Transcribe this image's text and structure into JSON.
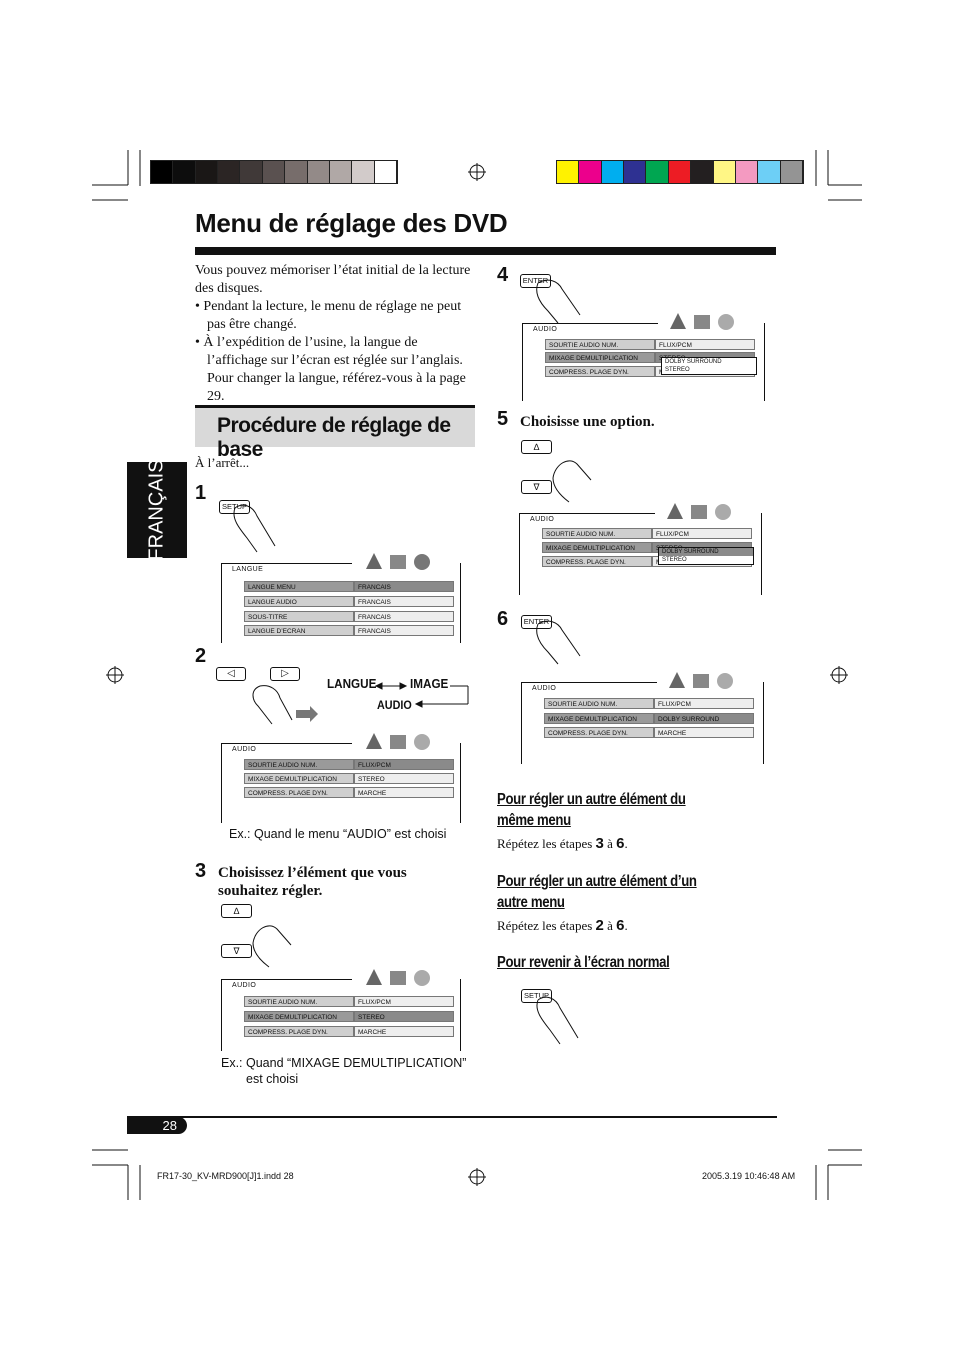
{
  "page": {
    "title": "Menu de réglage des DVD",
    "language_tab": "FRANÇAIS",
    "page_number": "28"
  },
  "intro": {
    "line1": "Vous pouvez mémoriser l’état initial de la lecture des disques.",
    "bullet1": "•  Pendant la lecture, le menu de réglage ne peut pas être changé.",
    "bullet2": "•  À l’expédition de l’usine, la langue de l’affichage sur l’écran est réglée sur l’anglais. Pour changer la langue, référez-vous à la page 29."
  },
  "procedure": {
    "heading": "Procédure de réglage de base",
    "at_stop": "À l’arrêt..."
  },
  "steps": {
    "s1": "1",
    "s2": "2",
    "s3": "3",
    "s3_text": "Choisissez l’élément que vous souhaitez régler.",
    "s4": "4",
    "s5": "5",
    "s5_text": "Choisisse une option.",
    "s6": "6"
  },
  "buttons": {
    "setup": "SETUP",
    "enter": "ENTER",
    "left": "◁",
    "right": "▷",
    "up": "∆",
    "down": "∇"
  },
  "nav": {
    "langue": "LANGUE",
    "image": "IMAGE",
    "audio": "AUDIO"
  },
  "langue_menu": {
    "header": "LANGUE",
    "rows": [
      {
        "label": "LANGUE MENU",
        "value": "FRANCAIS"
      },
      {
        "label": "LANGUE AUDIO",
        "value": "FRANCAIS"
      },
      {
        "label": "SOUS-TITRE",
        "value": "FRANCAIS"
      },
      {
        "label": "LANGUE D’ECRAN",
        "value": "FRANCAIS"
      }
    ]
  },
  "audio_menu": {
    "header": "AUDIO",
    "row1_label": "SOURTIE AUDIO NUM.",
    "row1_value": "FLUX/PCM",
    "row2_label": "MIXAGE DEMULTIPLICATION",
    "row2_value": "STEREO",
    "row2_value_after": "DOLBY SURROUND",
    "row3_label": "COMPRESS. PLAGE DYN.",
    "row3_value": "MARCHE",
    "dd_opt1": "DOLBY SURROUND",
    "dd_opt2": "STEREO"
  },
  "captions": {
    "c2": "Ex.: Quand le menu “AUDIO” est choisi",
    "c3a": "Ex.: Quand “MIXAGE DEMULTIPLICATION”",
    "c3b": "est choisi"
  },
  "right": {
    "h1": "Pour régler un autre élément du même menu",
    "t1_pre": "Répétez les étapes",
    "t1_a": "3",
    "t1_mid": "à",
    "t1_b": "6",
    "h2": "Pour régler un autre élément d’un autre menu",
    "t2_pre": "Répétez les étapes",
    "t2_a": "2",
    "t2_mid": "à",
    "t2_b": "6",
    "h3": "Pour revenir à l’écran normal"
  },
  "footer": {
    "left": "FR17-30_KV-MRD900[J]1.indd   28",
    "right": "2005.3.19   10:46:48 AM"
  },
  "colors": {
    "gray_swatches": [
      "#000000",
      "#0d0d0d",
      "#1a1716",
      "#2b2524",
      "#403938",
      "#5a5150",
      "#776d6b",
      "#938a88",
      "#b0a8a6",
      "#d2cbca",
      "#ffffff"
    ],
    "color_swatches": [
      "#fff200",
      "#ec008c",
      "#00aeef",
      "#2e3192",
      "#00a651",
      "#ed1c24",
      "#231f20",
      "#fff685",
      "#f49ac1",
      "#6dcff6",
      "#949494"
    ]
  }
}
